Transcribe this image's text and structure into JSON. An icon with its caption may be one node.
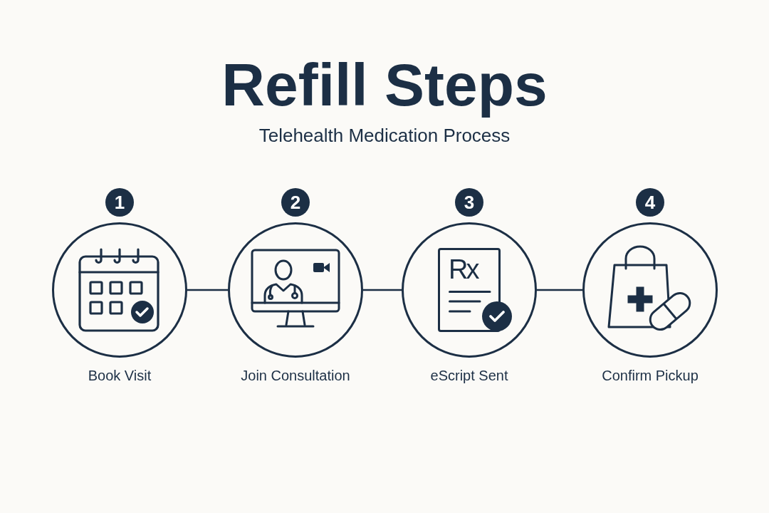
{
  "diagram": {
    "title": "Refill Steps",
    "nodes": [
      {
        "text": [
          "Book Visit"
        ],
        "beside": [
          "1"
        ]
      },
      {
        "text": [
          "Join Consultation"
        ],
        "beside": [
          "2"
        ]
      },
      {
        "text": [
          "eScript Sent"
        ],
        "beside": [
          "3"
        ]
      },
      {
        "text": [
          "Confirm Pickup"
        ],
        "beside": [
          "4"
        ]
      }
    ],
    "edges": [
      {
        "from": 0,
        "to": 1,
        "arrow": "none"
      },
      {
        "from": 1,
        "to": 2,
        "arrow": "none"
      },
      {
        "from": 2,
        "to": 3,
        "arrow": "none"
      }
    ],
    "labels": [
      "Telehealth Medication Process",
      "Rx"
    ]
  }
}
